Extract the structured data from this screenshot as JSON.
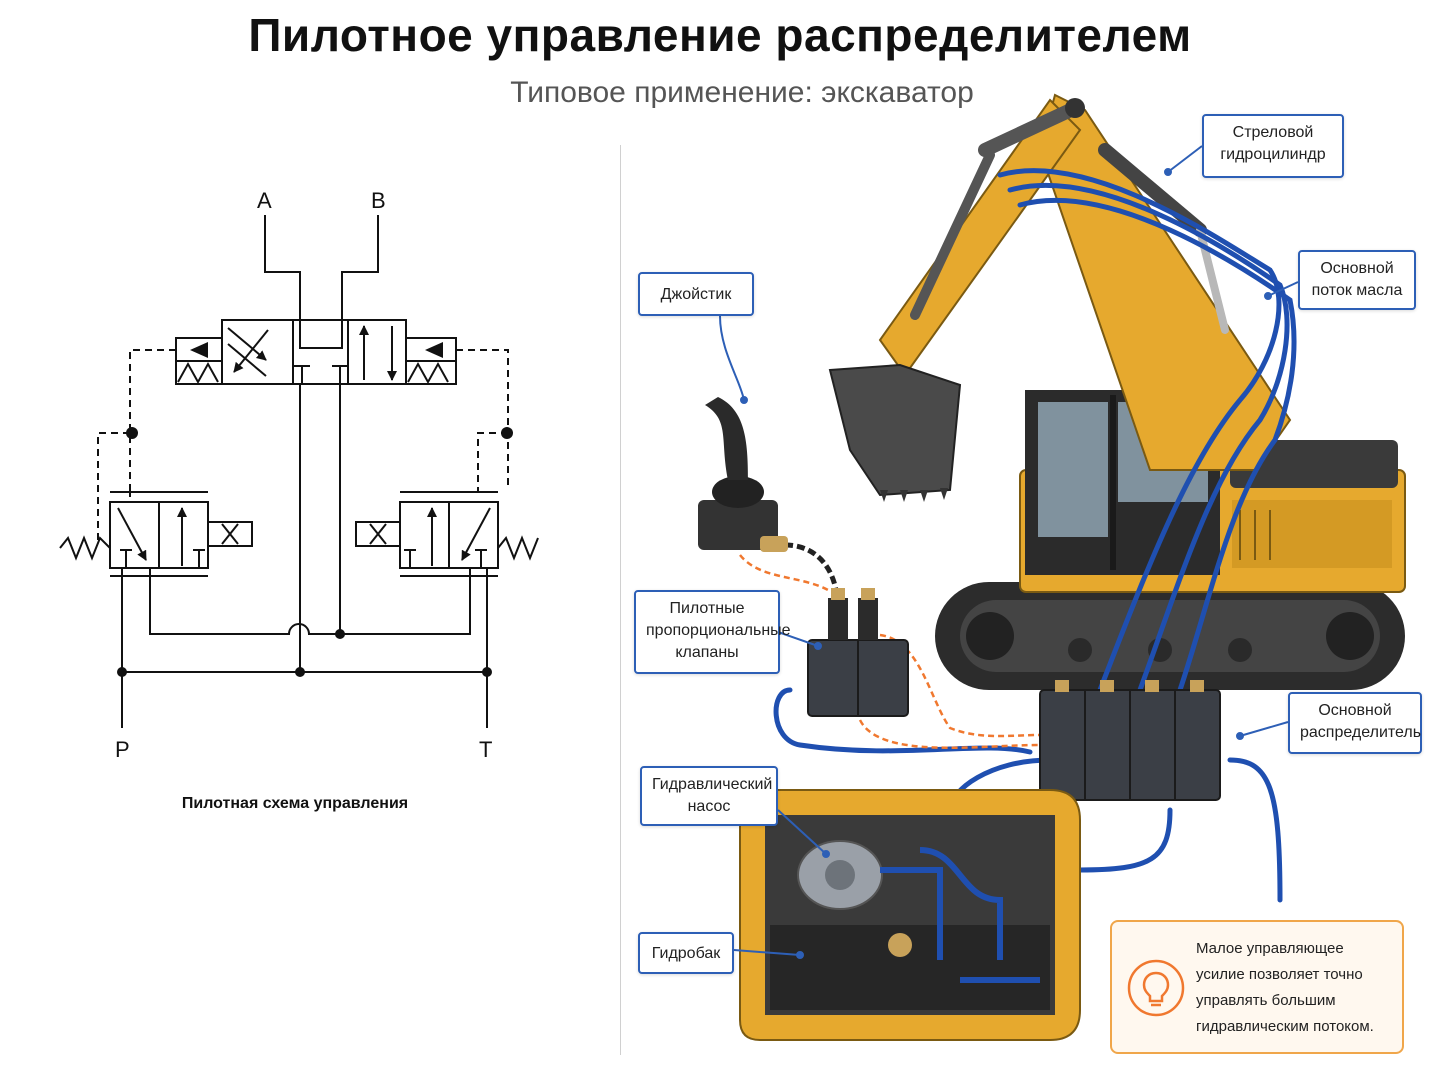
{
  "header": {
    "title": "Пилотное управление распределителем",
    "subtitle": "Типовое применение: экскаватор"
  },
  "schematic": {
    "ports": {
      "a": "A",
      "b": "B",
      "p": "P",
      "t": "T"
    },
    "valve_tank_mark": "T",
    "caption": "Пилотная схема управления"
  },
  "callouts": {
    "boom_cylinder": "Стреловой гидроцилиндр",
    "main_flow": "Основной поток масла",
    "joystick": "Джойстик",
    "pilot_valves": "Пилотные пропорциональные клапаны",
    "main_valve": "Основной распределитель",
    "pump": "Гидравлический насос",
    "tank": "Гидробак"
  },
  "tip": {
    "icon": "lightbulb-icon",
    "text": "Малое управляющее усилие позволяет точно управлять большим гидравлическим потоком."
  },
  "colors": {
    "accent_blue": "#2d5fb6",
    "hose_blue": "#1f4fb0",
    "pilot_orange": "#f0782f",
    "machine_yellow": "#e6a92e",
    "tip_border": "#f0a64a"
  }
}
